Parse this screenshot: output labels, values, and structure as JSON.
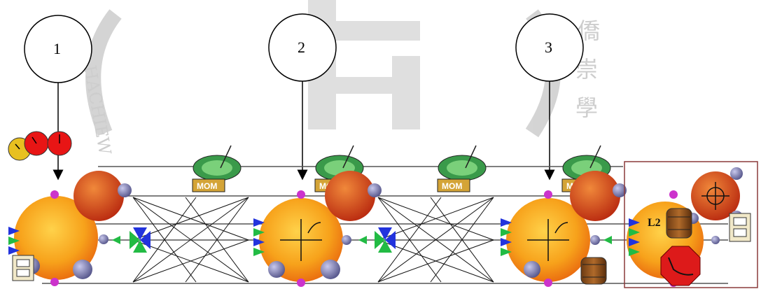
{
  "callouts": [
    {
      "label": "1"
    },
    {
      "label": "2"
    },
    {
      "label": "3"
    }
  ],
  "mom_label": "MOM",
  "level_label": "L2",
  "watermark": {
    "latin": "HACHIEW",
    "cjk": [
      "僑",
      "崇",
      "學"
    ]
  },
  "colors": {
    "node_orange": "#f7a21b",
    "node_red": "#d0391a",
    "connector_purple": "#cc33cc",
    "connector_blue": "#2233dd",
    "connector_green": "#22bb44",
    "mom_box": "#d4a437",
    "frame_border": "#8b3a3a"
  },
  "icons": [
    "clock-icon",
    "barrel-icon",
    "cabinet-icon",
    "stop-sign-icon",
    "crosshair-icon",
    "satellite-dish-icon"
  ]
}
